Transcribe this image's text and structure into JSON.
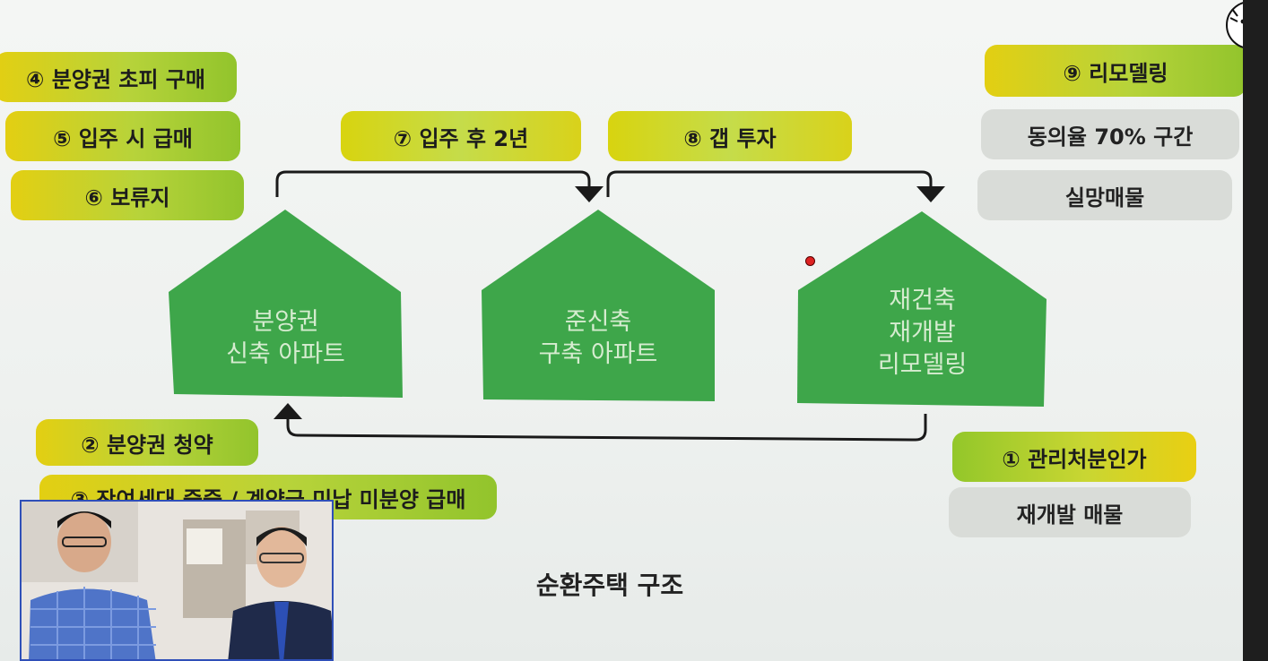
{
  "colors": {
    "house_green": "#3ea64a",
    "house_text": "#d6ecd0",
    "arrow": "#1a1a1a",
    "pill_gray": "#d9dcd8",
    "pill_yellow": "#e3cf12",
    "pill_green": "#92c42c"
  },
  "houses": [
    {
      "line1": "분양권",
      "line2": "신축 아파트"
    },
    {
      "line1": "준신축",
      "line2": "구축 아파트"
    },
    {
      "line1": "재건축",
      "line2": "재개발",
      "line3": "리모델링"
    }
  ],
  "left_pills": {
    "p4": "④ 분양권 초피 구매",
    "p5": "⑤ 입주 시 급매",
    "p6": "⑥ 보류지"
  },
  "middle_pills": {
    "p7": "⑦ 입주 후 2년",
    "p8": "⑧ 갭 투자"
  },
  "right_top": {
    "p9": "⑨ 리모델링",
    "gray1": "동의율 70% 구간",
    "gray2": "실망매물"
  },
  "bottom_left": {
    "p2": "② 분양권 청약",
    "p3": "③ 잔여세대 줍줍 / 계약금 미납 미분양 급매"
  },
  "bottom_right": {
    "p1": "① 관리처분인가",
    "gray": "재개발 매물"
  },
  "caption": "순환주택 구조",
  "icons": {
    "tiger": "tiger-face-icon",
    "webcam": "webcam-overlay"
  }
}
